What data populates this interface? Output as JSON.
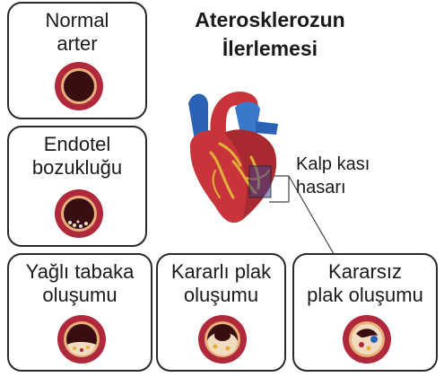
{
  "title": {
    "line1": "Aterosklerozun",
    "line2": "İlerlemesi"
  },
  "heart_label": {
    "line1": "Kalp kası",
    "line2": "hasarı"
  },
  "stages": [
    {
      "line1": "Normal",
      "line2": "arter"
    },
    {
      "line1": "Endotel",
      "line2": "bozukluğu"
    },
    {
      "line1": "Yağlı tabaka",
      "line2": "oluşumu"
    },
    {
      "line1": "Kararlı plak",
      "line2": "oluşumu"
    },
    {
      "line1": "Kararsız",
      "line2": "plak oluşumu"
    }
  ],
  "colors": {
    "artery_outer": "#b0283c",
    "artery_ring": "#e8b07a",
    "artery_lumen": "#3a0d10",
    "plaque": "#f1dcc0",
    "heart_red": "#c8343a",
    "heart_dark": "#8a1e22",
    "aorta_blue": "#2a62b8",
    "vessel_yellow": "#e0b23a"
  },
  "icons": [
    "normal-artery-icon",
    "endothelial-dysfunction-artery-icon",
    "fatty-streak-artery-icon",
    "stable-plaque-artery-icon",
    "unstable-plaque-artery-icon",
    "heart-illustration"
  ]
}
